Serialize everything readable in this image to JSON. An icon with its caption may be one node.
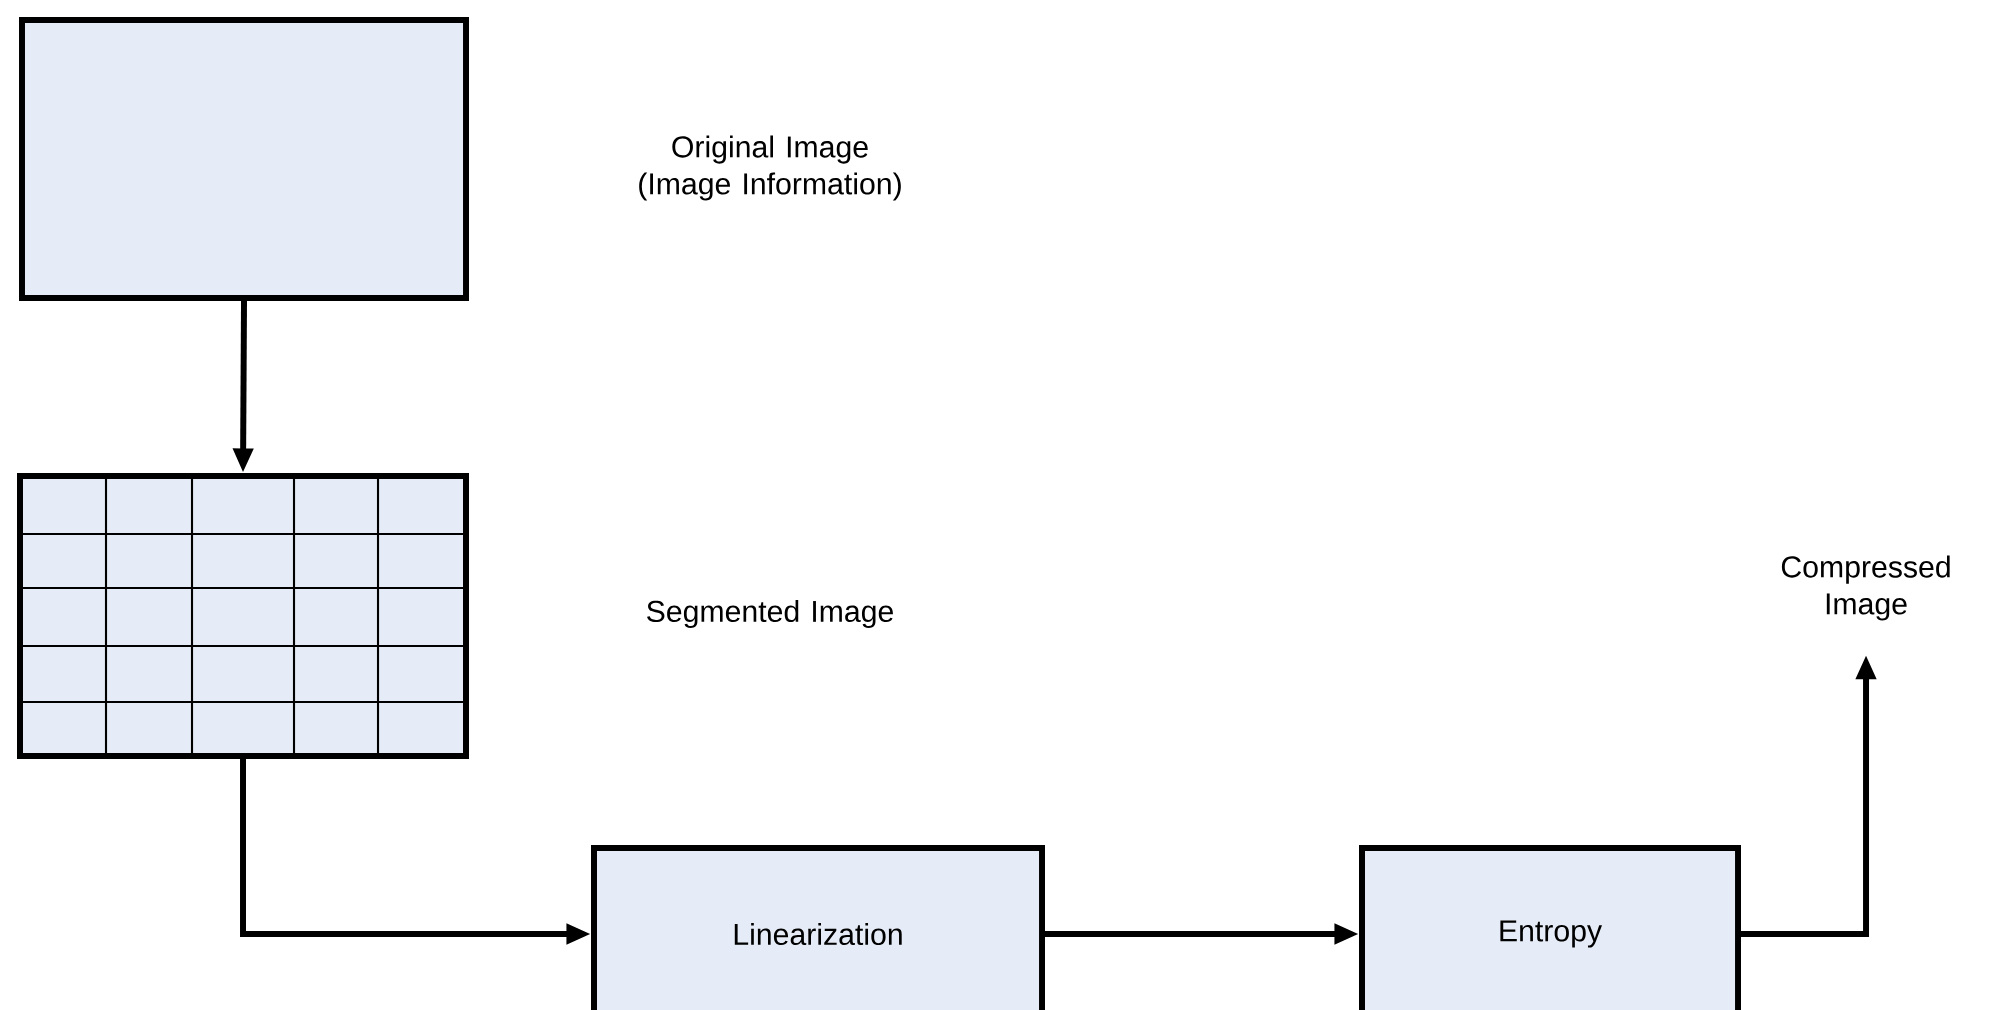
{
  "diagram": {
    "nodes": [
      {
        "text": [],
        "shape": "box"
      },
      {
        "text": [],
        "shape": "box"
      },
      {
        "text": [
          "Linearization"
        ]
      },
      {
        "text": [
          "Entropy"
        ]
      },
      {
        "text": [
          "Compressed Image"
        ]
      }
    ],
    "edges": [
      {
        "from": 0,
        "to": 1,
        "arrow": "to"
      },
      {
        "from": 1,
        "to": 2,
        "arrow": "to"
      },
      {
        "from": 2,
        "to": 3,
        "arrow": "to"
      },
      {
        "from": 3,
        "to": 4,
        "arrow": "to"
      }
    ],
    "labels": [
      "Original Image (Image Information)",
      "Segmented Image"
    ]
  }
}
